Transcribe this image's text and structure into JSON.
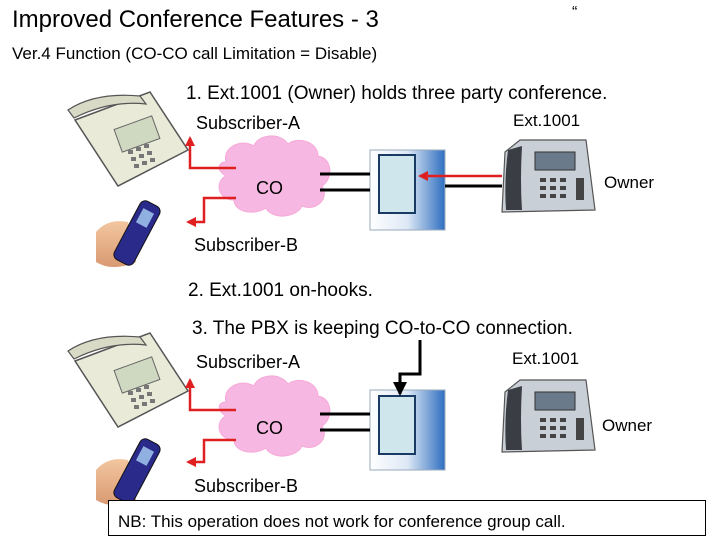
{
  "slide": {
    "title": "Improved Conference Features - 3",
    "quote_mark": "“",
    "subtitle": "Ver.4 Function (CO-CO call Limitation = Disable)"
  },
  "scenario_1": {
    "step": "1. Ext.1001 (Owner) holds three party conference.",
    "subscriber_a": "Subscriber-A",
    "subscriber_b": "Subscriber-B",
    "co": "CO",
    "ext": "Ext.1001",
    "owner": "Owner"
  },
  "step_2": "2. Ext.1001 on-hooks.",
  "scenario_3": {
    "step": "3. The PBX is keeping CO-to-CO connection.",
    "subscriber_a": "Subscriber-A",
    "subscriber_b": "Subscriber-B",
    "co": "CO",
    "ext": "Ext.1001",
    "owner": "Owner"
  },
  "note": "NB: This operation does not work for conference group call.",
  "colors": {
    "connection_red": "#e02020",
    "cloud": "#f6b8e2",
    "pbx_fill": "#cfe6ec",
    "pbx_border": "#1a3a66"
  }
}
